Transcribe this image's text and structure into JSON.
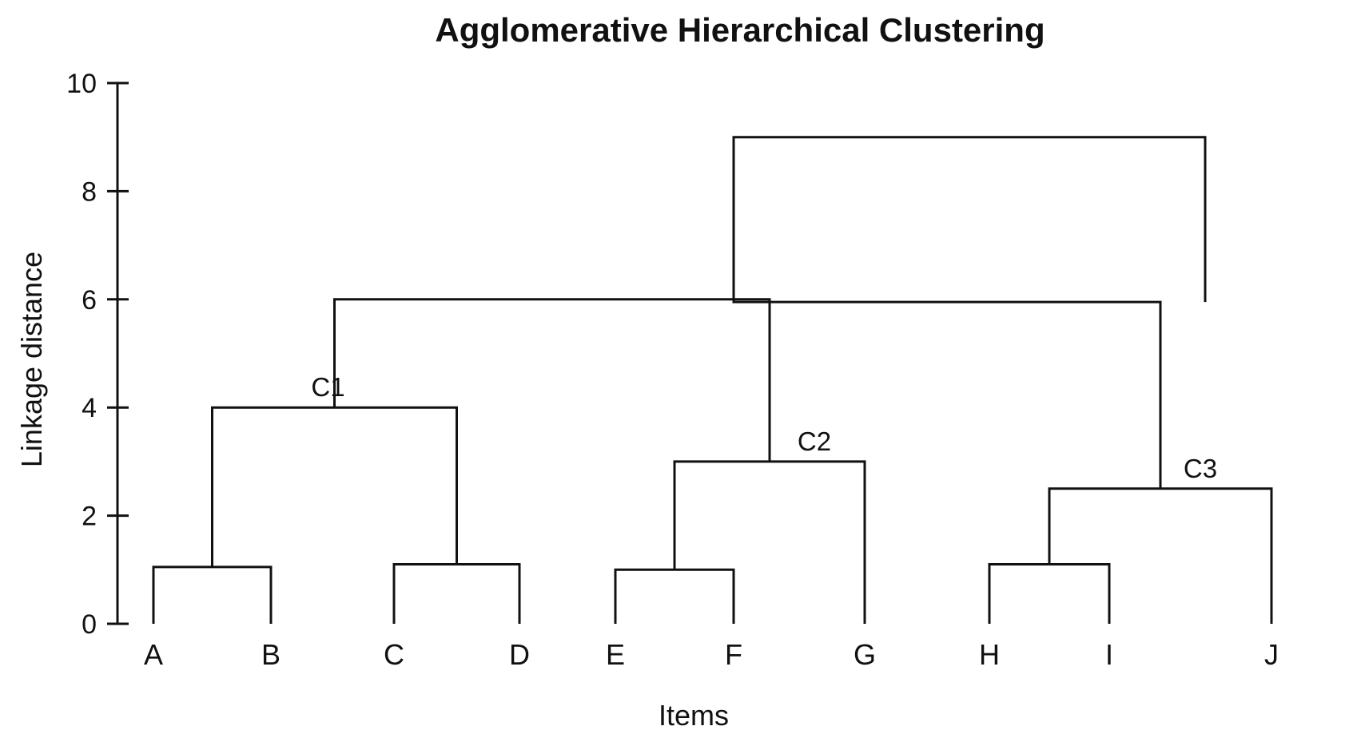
{
  "diagram": {
    "title": "Agglomerative Hierarchical Clustering",
    "xlabel": "Items",
    "ylabel": "Linkage distance",
    "ylim": [
      0,
      10
    ],
    "yticks": [
      0,
      2,
      4,
      6,
      8,
      10
    ],
    "leaves": [
      "A",
      "B",
      "C",
      "D",
      "E",
      "F",
      "G",
      "H",
      "I",
      "J"
    ],
    "merges": [
      {
        "id": "m-ab",
        "left": "A",
        "right": "B",
        "height": 1.05
      },
      {
        "id": "m-cd",
        "left": "C",
        "right": "D",
        "height": 1.1
      },
      {
        "id": "m-ef",
        "left": "E",
        "right": "F",
        "height": 1.0
      },
      {
        "id": "m-hi",
        "left": "H",
        "right": "I",
        "height": 1.1
      },
      {
        "id": "m-c1",
        "left": "m-ab",
        "right": "m-cd",
        "height": 4.0,
        "label": "C1"
      },
      {
        "id": "m-c2",
        "left": "m-ef",
        "right": "G",
        "height": 3.0,
        "label": "C2"
      },
      {
        "id": "m-c3",
        "left": "m-hi",
        "right": "J",
        "height": 2.5,
        "label": "C3"
      },
      {
        "id": "m-mid",
        "left": "m-c1",
        "right": "m-c2",
        "height": 6.0
      },
      {
        "id": "m-mid2",
        "left": "m-mid",
        "right": "m-c3",
        "height": 5.95
      },
      {
        "id": "m-root",
        "left": "m-mid",
        "right": "m-mid2",
        "height": 9.0
      }
    ]
  }
}
